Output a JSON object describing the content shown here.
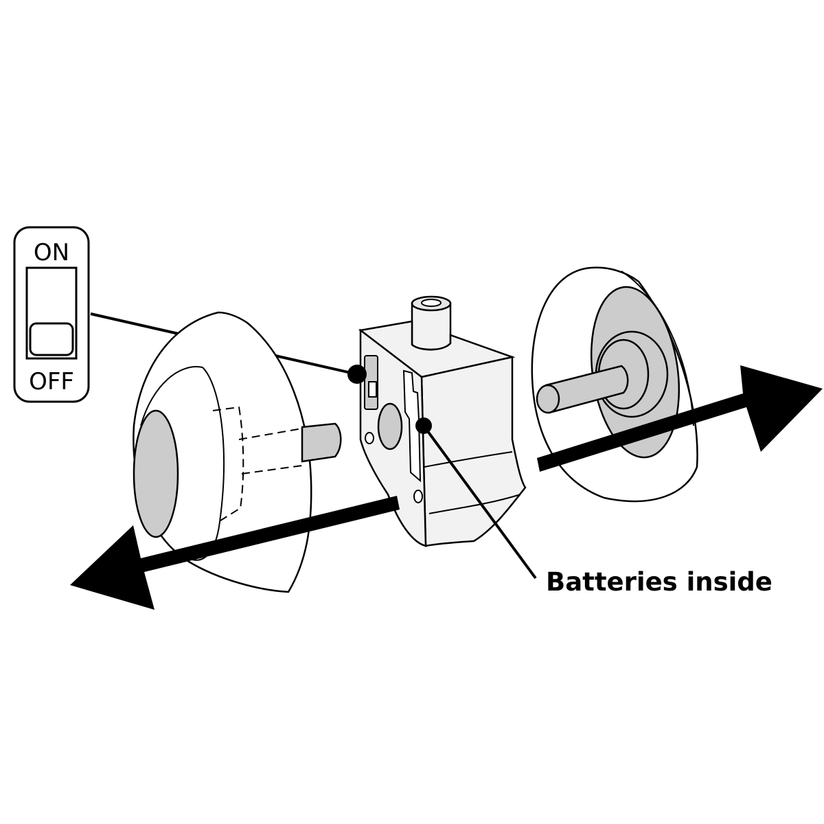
{
  "switch": {
    "on_label": "ON",
    "off_label": "OFF"
  },
  "callouts": {
    "batteries": "Batteries inside"
  },
  "colors": {
    "outline": "#000000",
    "body_fill": "#f2f2f2",
    "shade_fill": "#cccccc",
    "background": "#ffffff"
  },
  "icons": {
    "arrows": [
      "arrow-left-icon",
      "arrow-right-icon"
    ]
  }
}
